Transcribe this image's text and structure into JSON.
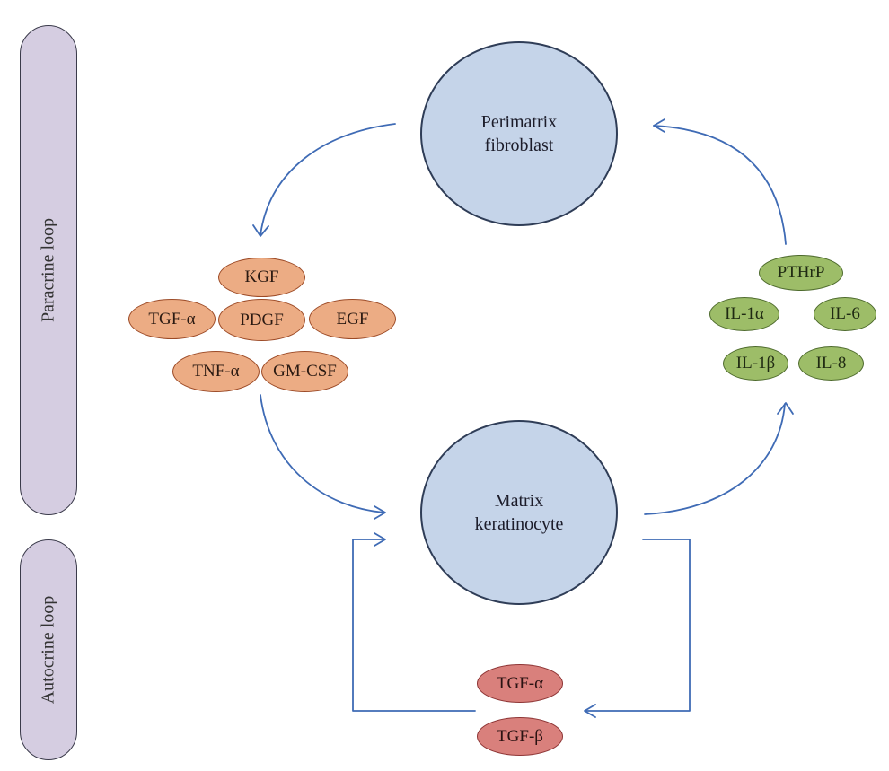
{
  "loops": {
    "paracrine_label": "Paracrine loop",
    "autocrine_label": "Autocrine loop"
  },
  "cells": {
    "fibroblast": [
      "Perimatrix",
      "fibroblast"
    ],
    "keratinocyte": [
      "Matrix",
      "keratinocyte"
    ]
  },
  "paracrine_factors": {
    "kgf": "KGF",
    "tgf_alpha": "TGF-α",
    "pdgf": "PDGF",
    "egf": "EGF",
    "tnf_alpha": "TNF-α",
    "gm_csf": "GM-CSF"
  },
  "keratinocyte_factors": {
    "pthrp": "PTHrP",
    "il_1_alpha": "IL-1α",
    "il_6": "IL-6",
    "il_1_beta": "IL-1β",
    "il_8": "IL-8"
  },
  "autocrine_factors": {
    "tgf_alpha": "TGF-α",
    "tgf_beta": "TGF-β"
  },
  "colors": {
    "arrow": "#3f6bb5",
    "cell_fill": "#c5d4e9",
    "orange_fill": "#ecac84",
    "green_fill": "#9dbd68",
    "red_fill": "#d9807c",
    "loop_bar_fill": "#d5cde1"
  }
}
